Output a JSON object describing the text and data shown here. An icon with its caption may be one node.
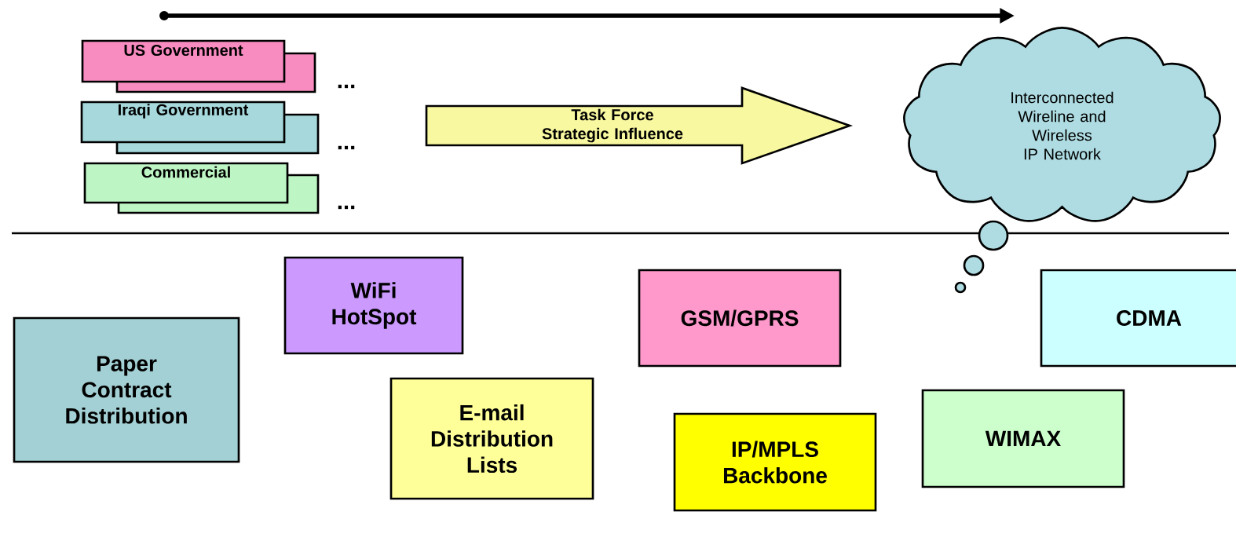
{
  "diagram": {
    "nodes": [
      {
        "text": [],
        "shape": "box"
      },
      {
        "text": [
          "US Government"
        ]
      },
      {
        "text": [],
        "shape": "box"
      },
      {
        "text": [
          "Iraqi Government"
        ]
      },
      {
        "text": [],
        "shape": "box"
      },
      {
        "text": [
          "Commercial"
        ]
      },
      {
        "text": [
          "Task Force Strategic Influence"
        ]
      },
      {
        "text": [
          "Interconnected Wireline and Wireless IP Network"
        ]
      },
      {
        "text": [
          "Paper Contract Distribution"
        ]
      },
      {
        "text": [
          "WiFi HotSpot"
        ]
      },
      {
        "text": [
          "E-mail Distribution Lists"
        ]
      },
      {
        "text": [
          "GSM/GPRS"
        ]
      },
      {
        "text": [
          "IP/MPLS Backbone"
        ]
      },
      {
        "text": [
          "CDMA"
        ]
      },
      {
        "text": [
          "WIMAX"
        ]
      }
    ],
    "labels": [
      "...",
      "...",
      "..."
    ]
  }
}
